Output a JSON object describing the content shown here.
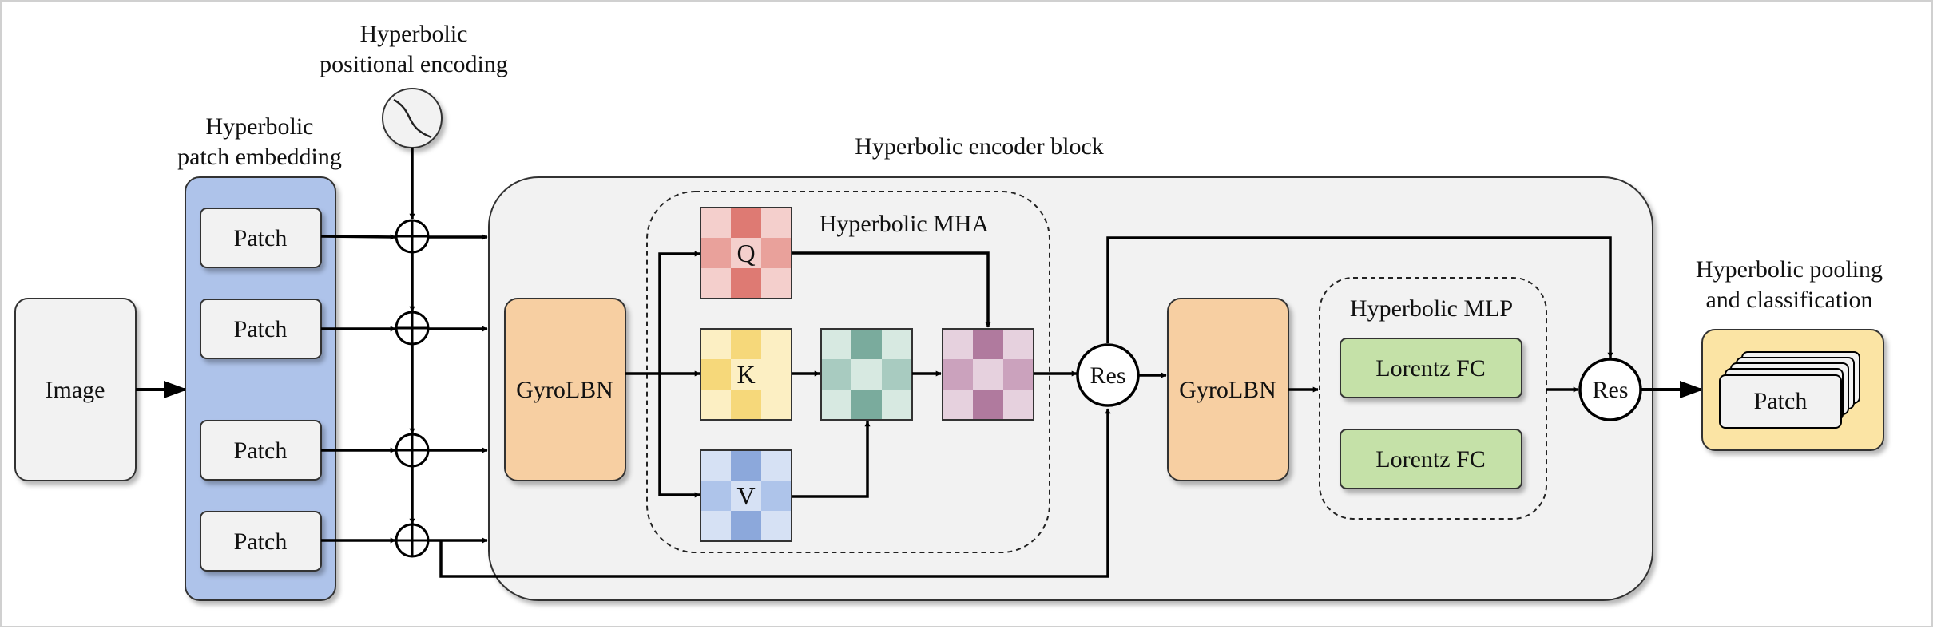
{
  "input": {
    "label": "Image"
  },
  "patch_embedding": {
    "title_line1": "Hyperbolic",
    "title_line2": "patch embedding",
    "patches": [
      "Patch",
      "Patch",
      "Patch",
      "Patch"
    ]
  },
  "positional_encoding": {
    "title_line1": "Hyperbolic",
    "title_line2": "positional encoding"
  },
  "encoder": {
    "title": "Hyperbolic encoder block",
    "norm1": "GyroLBN",
    "mha": {
      "title": "Hyperbolic MHA",
      "q": "Q",
      "k": "K",
      "v": "V"
    },
    "res1": "Res",
    "norm2": "GyroLBN",
    "mlp": {
      "title": "Hyperbolic MLP",
      "fc1": "Lorentz FC",
      "fc2": "Lorentz FC"
    },
    "res2": "Res"
  },
  "output": {
    "title_line1": "Hyperbolic pooling",
    "title_line2": "and classification",
    "patch": "Patch"
  },
  "colors": {
    "patch_embed_fill": "#aec3ea",
    "norm_fill": "#f7cfa2",
    "mlp_fc_fill": "#c5e1a8",
    "output_fill": "#fbe4a4",
    "encoder_fill": "#f2f2f2",
    "q_dark": "#de7a73",
    "q_mid": "#e9a19b",
    "q_light": "#f4cfcc",
    "k_dark": "#f6d87a",
    "k_light": "#fcefc3",
    "v_dark": "#8ca8db",
    "v_mid": "#aec4ea",
    "v_light": "#d6e1f4",
    "g_dark": "#7aab9d",
    "g_mid": "#a8cbc0",
    "g_light": "#d7e9e1",
    "p_dark": "#b07a9e",
    "p_mid": "#cba2bd",
    "p_light": "#e6d1de"
  }
}
